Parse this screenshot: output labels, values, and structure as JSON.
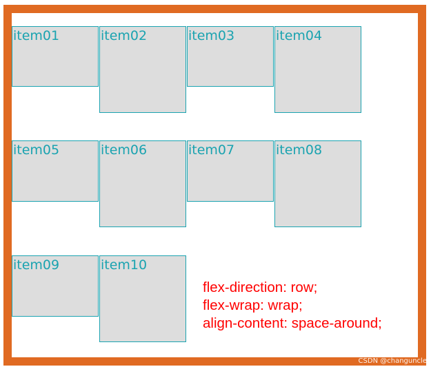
{
  "colors": {
    "container_border": "#e06a22",
    "item_background": "#dddddd",
    "item_border": "#1aa3b0",
    "item_text": "#1aa3b0",
    "note_text": "#ff0000"
  },
  "items": [
    {
      "label": "item01"
    },
    {
      "label": "item02"
    },
    {
      "label": "item03"
    },
    {
      "label": "item04"
    },
    {
      "label": "item05"
    },
    {
      "label": "item06"
    },
    {
      "label": "item07"
    },
    {
      "label": "item08"
    },
    {
      "label": "item09"
    },
    {
      "label": "item10"
    }
  ],
  "note": {
    "line1": "flex-direction: row;",
    "line2": "flex-wrap: wrap;",
    "line3": "align-content: space-around;"
  },
  "watermark": "CSDN @changuncle"
}
